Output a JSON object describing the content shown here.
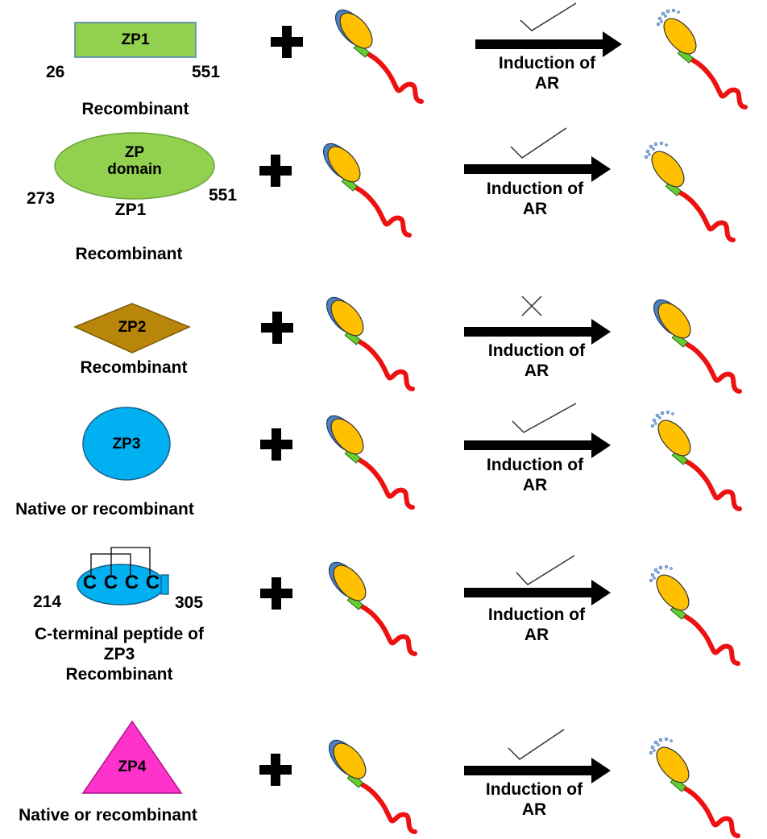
{
  "rows": [
    {
      "shape": "rectangle",
      "shape_color": "#92D050",
      "shape_label": "ZP1",
      "start": "26",
      "end": "551",
      "caption": "Recombinant",
      "result": "check",
      "induction": "Induction of",
      "ar": "AR"
    },
    {
      "shape": "ellipse",
      "shape_color": "#92D050",
      "shape_label_1": "ZP",
      "shape_label_2": "domain",
      "start": "273",
      "end": "551",
      "sub_label": "ZP1",
      "caption": "Recombinant",
      "result": "check",
      "induction": "Induction of",
      "ar": "AR"
    },
    {
      "shape": "diamond",
      "shape_color": "#B8860B",
      "shape_label": "ZP2",
      "caption": "Recombinant",
      "result": "cross",
      "induction": "Induction of",
      "ar": "AR"
    },
    {
      "shape": "circle",
      "shape_color": "#00B0F0",
      "shape_label": "ZP3",
      "caption": "Native or recombinant",
      "result": "check",
      "induction": "Induction of",
      "ar": "AR"
    },
    {
      "shape": "peptide",
      "shape_color": "#00B0F0",
      "cysteines": "C C C C",
      "start": "214",
      "end": "305",
      "caption_1": "C-terminal peptide of",
      "caption_2": "ZP3",
      "caption_3": "Recombinant",
      "result": "check",
      "induction": "Induction of",
      "ar": "AR"
    },
    {
      "shape": "triangle",
      "shape_color": "#FF33CC",
      "shape_label": "ZP4",
      "caption": "Native or recombinant",
      "result": "check",
      "induction": "Induction of",
      "ar": "AR"
    }
  ],
  "colors": {
    "sperm_head": "#FFC000",
    "acrosome": "#4F81BD",
    "midpiece": "#66CC33",
    "tail": "#EE1111",
    "vesicles": "#8DB4E2"
  }
}
